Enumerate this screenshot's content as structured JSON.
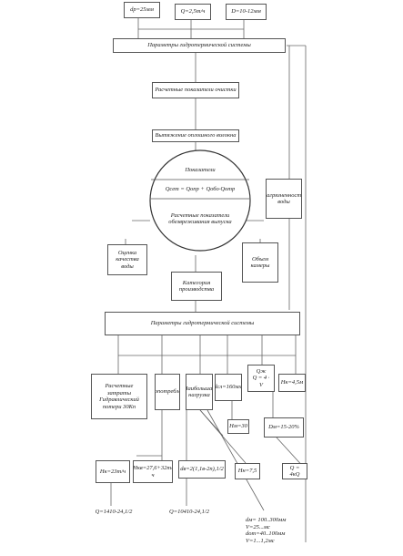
{
  "diagram": {
    "top_outputs": [
      "dр=25мм",
      "Q=2,5т/ч",
      "D=10-12мм"
    ],
    "block_top_params": "Параметры гидротермической системы",
    "block_calc_cleaning": "Расчетные показатели очистки",
    "block_stretch": "Вытяжение оплошного волокна",
    "circle_title": "Показатели",
    "circle_formula": "Qсет = Qопр + Qобо·Qотр",
    "circle_bottom": "Расчетные показатели обезвреживания выпуска",
    "block_right_mid": "Загрязненность воды",
    "block_left_mid": "Оценка качества воды",
    "block_right_small": "Объем камеры",
    "block_center_low": "Категория производства",
    "block_mid_params": "Параметры гидротермической системы",
    "block_reserve": "Расчетные затраты Гидравлический потери 30Кп",
    "block_water_consumption": "Водопотребление",
    "block_max_load": "Наибольшая нагрузка",
    "block_d": "dсл=160мм",
    "block_q_fraction_top": "Qж",
    "block_q_fraction_bottom": "Q = 4 · V",
    "block_h": "Hк=4,5м",
    "block_hm": "Hм=30",
    "block_range": "Dм=15-20%",
    "block_hn": "Hн=7,5",
    "block_q_d": "Q = 4кQ",
    "block_hk1": "Hк=23т/ч",
    "block_hk2": "Hкв=27,6+32т/ч",
    "block_dmm": "dв=2(1,1в-2п),1/2",
    "block_bottom_left": "Q=1410-24,1/2",
    "block_bottom_mid": "Q=10410-24,1/2",
    "block_bottom_right": "dм= 100..300мм\nV=25...мс\ndот=40..100мм\nV=1...1,2мс"
  }
}
